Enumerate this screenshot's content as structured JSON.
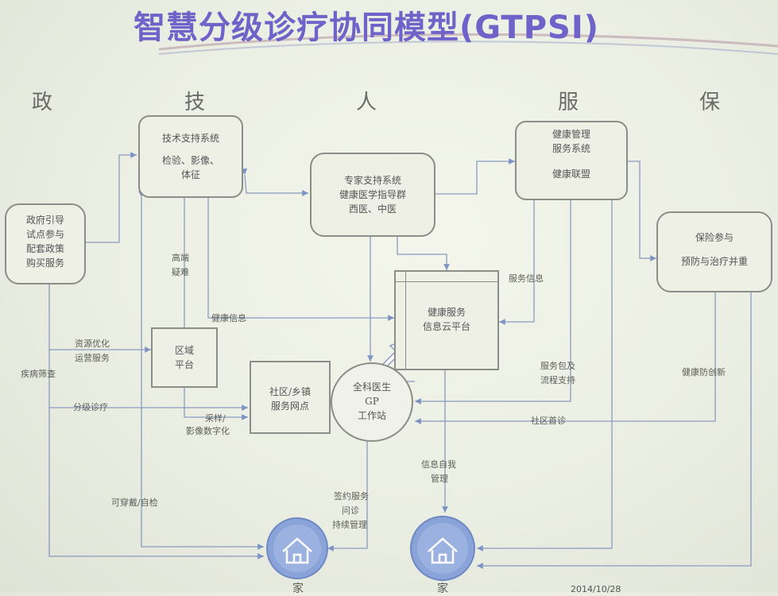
{
  "title": "智慧分级诊疗协同模型(GTPSI)",
  "columns": {
    "policy": "政",
    "technology": "技",
    "people": "人",
    "service": "服",
    "insurance": "保"
  },
  "boxes": {
    "tech_support": {
      "line1": "技术支持系统",
      "line2": "检验、影像、",
      "line3": "体征"
    },
    "expert_support": {
      "line1": "专家支持系统",
      "line2": "健康医学指导群",
      "line3": "西医、中医"
    },
    "health_mgmt": {
      "line1": "健康管理",
      "line2": "服务系统",
      "line3": "健康联盟"
    },
    "gov_guide": {
      "line1": "政府引导",
      "line2": "试点参与",
      "line3": "配套政策",
      "line4": "购买服务"
    },
    "insurance": {
      "line1": "保险参与",
      "line2": "预防与治疗并重"
    },
    "cloud": {
      "line1": "健康服务",
      "line2": "信息云平台"
    },
    "regional": {
      "line1": "区域",
      "line2": "平台"
    },
    "community": {
      "line1": "社区/乡镇",
      "line2": "服务网点"
    },
    "gp": {
      "line1": "全科医生",
      "line2": "GP",
      "line3": "工作站"
    }
  },
  "labels": {
    "difficult_1": "高端",
    "difficult_2": "疑难",
    "health_info": "健康信息",
    "service_info": "服务信息",
    "resource_1": "资源优化",
    "resource_2": "运营服务",
    "disease_mix": "疾病筛查",
    "tiered": "分级诊疗",
    "sampling_1": "采样/",
    "sampling_2": "影像数字化",
    "package_1": "服务包及",
    "package_2": "流程支持",
    "prevention": "健康防创新",
    "first_visit": "社区首诊",
    "self_mgmt_1": "信息自我",
    "self_mgmt_2": "管理",
    "wearable": "可穿戴/自检",
    "contract_1": "签约服务",
    "contract_2": "问诊",
    "contract_3": "持续管理"
  },
  "homes": {
    "left_char": "家",
    "right_char": "家"
  },
  "date": "2014/10/28",
  "colors": {
    "title": "#6f62c8",
    "arrow": "#7d93c4",
    "home": "#8aa3d8"
  }
}
